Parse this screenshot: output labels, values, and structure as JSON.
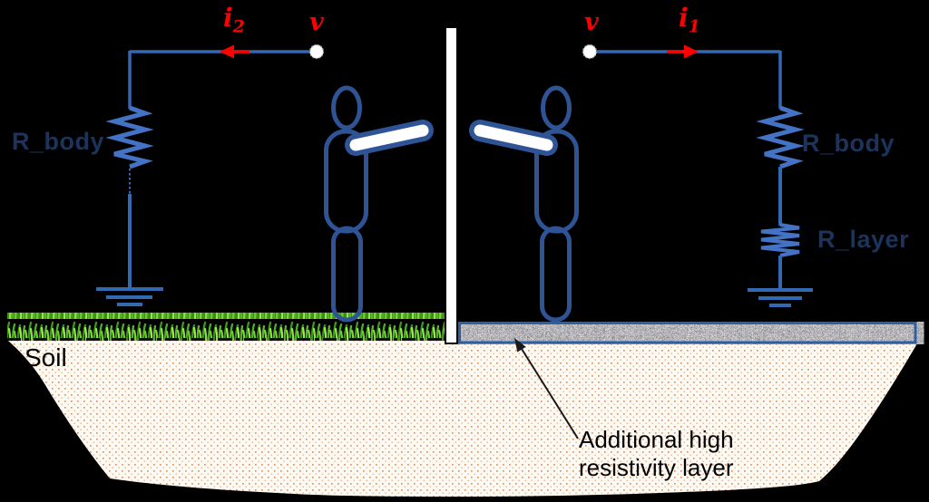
{
  "scene": {
    "soil_label": "Soil",
    "annotation_line1": "Additional high",
    "annotation_line2": "resistivity layer"
  },
  "left_circuit": {
    "resistor_body_label": "R_body",
    "current_symbol": "i",
    "current_sub": "2",
    "node_label": "v"
  },
  "right_circuit": {
    "resistor_body_label": "R_body",
    "resistor_layer_label": "R_layer",
    "current_symbol": "i",
    "current_sub": "1",
    "node_label": "v"
  },
  "colors": {
    "background": "#000000",
    "wire_blue": "#3368B2",
    "resistor_blue": "#4472C4",
    "person_outline": "#2F5496",
    "component_label_navy": "#1F3864",
    "current_red": "#FF0000",
    "layer_border_blue": "#2E5FA3",
    "grass_green": "#4CAF22",
    "soil_dot_orange": "#DE9668",
    "wall_white": "#FFFFFF"
  }
}
